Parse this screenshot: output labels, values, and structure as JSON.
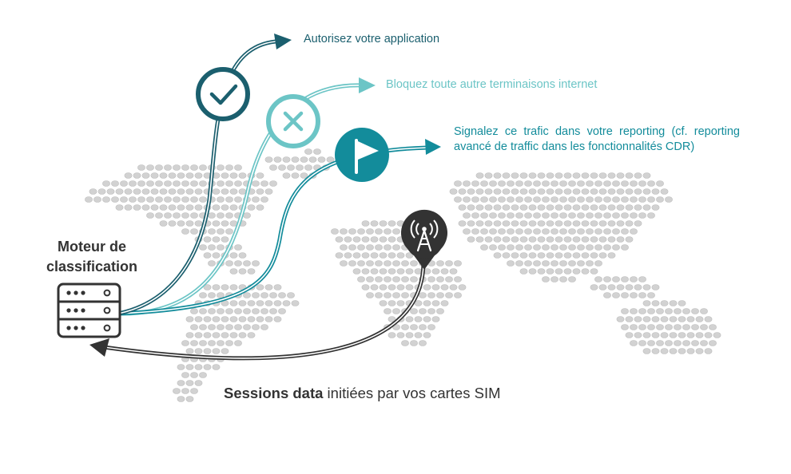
{
  "colors": {
    "dark_teal": "#1b5f6e",
    "light_teal": "#6cc5c6",
    "mid_teal": "#138c9b",
    "dark_gray": "#333333",
    "map_dot": "#d2d2d2"
  },
  "labels": {
    "allow": "Autorisez votre application",
    "block": "Bloquez toute autre terminaisons internet",
    "report": "Signalez ce trafic dans votre reporting (cf. reporting avancé de traffic dans les fonctionnalités CDR)",
    "engine": "Moteur de classification",
    "sessions_bold": "Sessions data",
    "sessions_rest": " initiées par vos cartes SIM"
  },
  "icons": [
    "check-icon",
    "cross-icon",
    "flag-icon",
    "antenna-icon",
    "server-icon"
  ]
}
